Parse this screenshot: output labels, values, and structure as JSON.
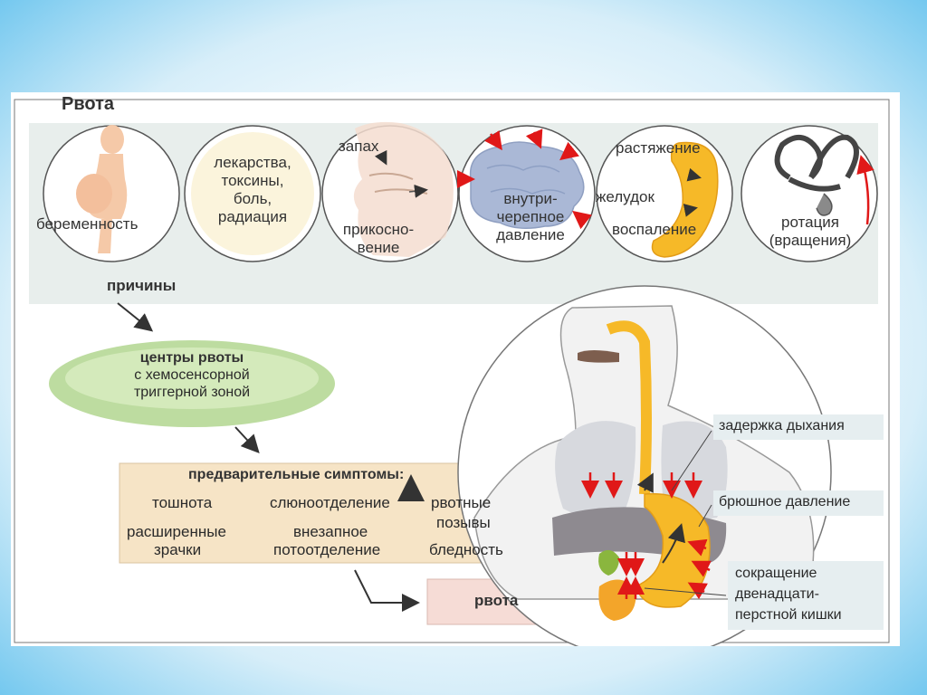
{
  "title": "Рвота",
  "causes": {
    "pregnancy": "беременность",
    "drugs": [
      "лекарства,",
      "токсины,",
      "боль,",
      "радиация"
    ],
    "smell": "запах",
    "touch": [
      "прикосно-",
      "вение"
    ],
    "icp": [
      "внутри-",
      "черепное",
      "давление"
    ],
    "stretch": "растяжение",
    "stomach": "желудок",
    "inflammation": "воспаление",
    "rotation": [
      "ротация",
      "(вращения)"
    ]
  },
  "causes_label": "причины",
  "center": [
    "центры рвоты",
    "с хемосенсорной",
    "триггерной зоной"
  ],
  "prodrome": {
    "title": "предварительные симптомы:",
    "items": {
      "nausea": "тошнота",
      "salivation": "слюноотделение",
      "retching1": "рвотные",
      "retching2": "позывы",
      "pupils1": "расширенные",
      "pupils2": "зрачки",
      "sweat1": "внезапное",
      "sweat2": "потоотделение",
      "pallor": "бледность"
    }
  },
  "vomit_label": "рвота",
  "body_labels": {
    "breath": "задержка дыхания",
    "abdominal": "брюшное давление",
    "duodenum": [
      "сокращение",
      "двенадцати-",
      "перстной кишки"
    ]
  }
}
